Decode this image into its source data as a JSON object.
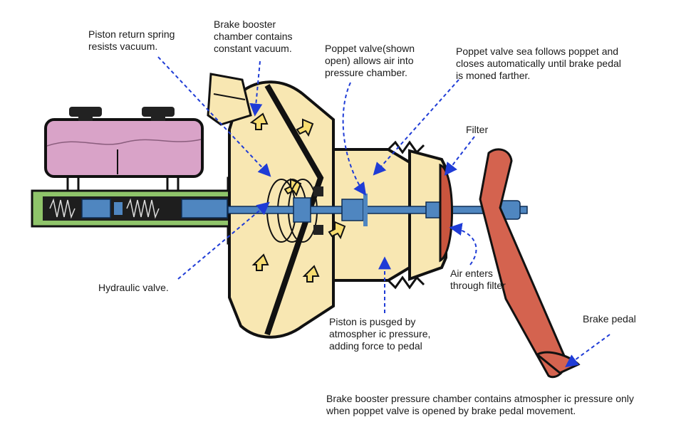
{
  "colors": {
    "reservoir": "#d9a3c8",
    "master_cylinder": "#8fc46a",
    "booster": "#f8e7b2",
    "pedal": "#d4634f",
    "filter": "#c9553e",
    "rod": "#4f86c0",
    "arrow_fill": "#f7dc6f",
    "leader": "#1f3cd6",
    "outline": "#111111"
  },
  "labels": {
    "piston_return_spring": "Piston return spring\nresists vacuum.",
    "booster_chamber": "Brake booster\nchamber contains\nconstant vacuum.",
    "poppet_valve_open": "Poppet valve(shown\nopen) allows air into\npressure chamber.",
    "poppet_valve_seal": "Poppet valve sea follows poppet and\ncloses automatically until brake pedal\nis moned farther.",
    "filter": "Filter",
    "air_enters": "Air enters\nthrough filter",
    "hydraulic_valve": "Hydraulic valve.",
    "piston_pushed": "Piston is pusged by\natmospher ic pressure,\nadding force to pedal",
    "brake_pedal": "Brake pedal",
    "pressure_chamber_note": "Brake booster pressure chamber contains atmospher ic pressure only\nwhen poppet valve is opened by brake pedal movement."
  }
}
